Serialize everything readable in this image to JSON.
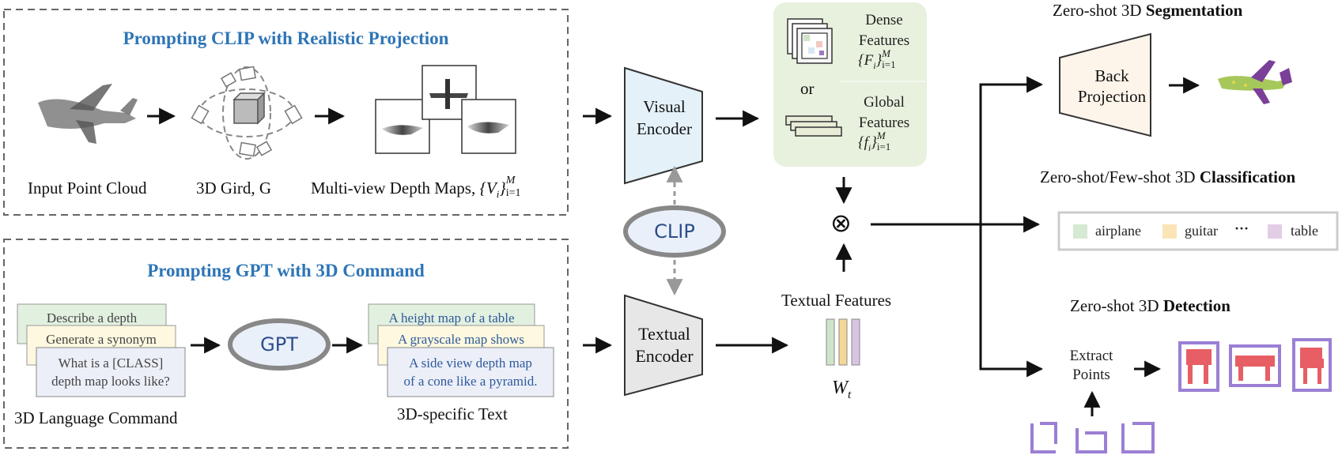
{
  "clip_section": {
    "title": "Prompting CLIP with Realistic Projection",
    "input_label": "Input Point Cloud",
    "grid_label": "3D Gird, G",
    "depth_label": "Multi-view Depth Maps,",
    "depth_math": "{V",
    "depth_math_sub": "i",
    "depth_math_close": "}",
    "depth_math_sup": "M",
    "depth_math_sub2": "i=1"
  },
  "gpt_section": {
    "title": "Prompting GPT with 3D Command",
    "commands": [
      "Describe a depth",
      "Generate a synonym",
      "What is a [CLASS]",
      "depth map looks like?"
    ],
    "gpt_label": "GPT",
    "texts": [
      "A height map of a table",
      "A grayscale map shows",
      "A side view depth map",
      "of a cone like a pyramid."
    ],
    "command_label": "3D Language Command",
    "specific_label": "3D-specific Text"
  },
  "encoders": {
    "visual": [
      "Visual",
      "Encoder"
    ],
    "textual": [
      "Textual",
      "Encoder"
    ],
    "clip_label": "CLIP"
  },
  "features": {
    "dense_label": [
      "Dense",
      "Features"
    ],
    "dense_math": "{F",
    "global_label": [
      "Global",
      "Features"
    ],
    "global_math": "{f",
    "math_sub": "i",
    "math_close": "}",
    "math_sup": "M",
    "math_range": "i=1",
    "or_label": "or",
    "textual_features": "Textual Features",
    "wt": "W",
    "wt_sub": "t",
    "otimes": "⊗"
  },
  "tasks": {
    "seg_title_plain": "Zero-shot 3D ",
    "seg_title_bold": "Segmentation",
    "back_projection": [
      "Back",
      "Projection"
    ],
    "cls_title_plain": "Zero-shot/Few-shot 3D ",
    "cls_title_bold": "Classification",
    "legend": [
      {
        "label": "airplane",
        "color": "#d6e9d2"
      },
      {
        "label": "guitar",
        "color": "#fbe5b8"
      },
      {
        "label": "table",
        "color": "#e3cde6"
      }
    ],
    "legend_ellipsis": "···",
    "det_title_plain": "Zero-shot 3D ",
    "det_title_bold": "Detection",
    "extract_points": [
      "Extract",
      "Points"
    ]
  },
  "colors": {
    "title_blue": "#2e75b6",
    "visual_encoder_fill": "#e4f1f8",
    "textual_encoder_fill": "#e7e7e7",
    "features_panel": "#e7f1de",
    "back_projection_fill": "#fdf4ea",
    "clip_oval_fill": "#eaf0fa",
    "command_green": "#e2f0e0",
    "command_yellow": "#fdf8df",
    "command_blue": "#eceff8",
    "det_purple": "#9b7fd4"
  }
}
